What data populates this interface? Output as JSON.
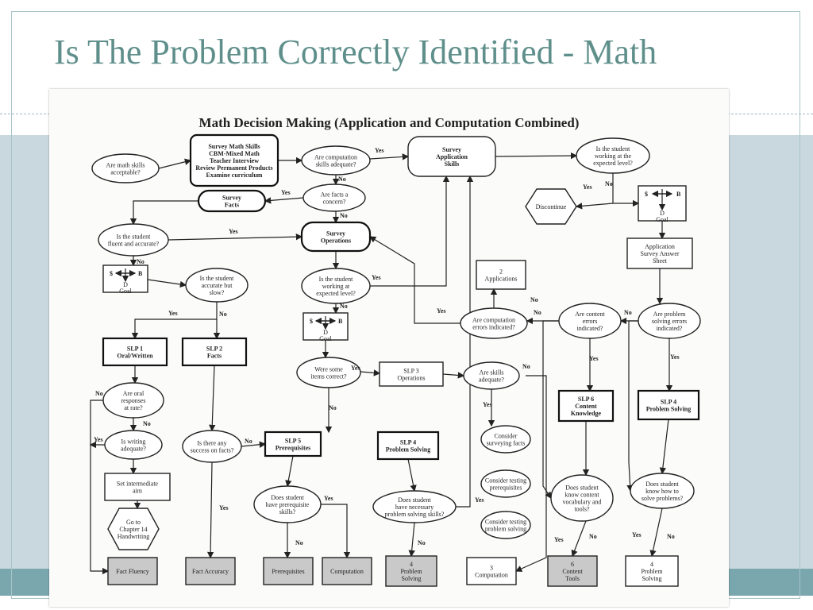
{
  "slide": {
    "title": "Is The Problem Correctly Identified - Math"
  },
  "flowchart": {
    "heading": "Math Decision Making (Application and Computation Combined)",
    "nodes": {
      "acceptable": [
        "Are math skills",
        "acceptable?"
      ],
      "survey_math": [
        "Survey Math Skills",
        "CBM-Mixed Math",
        "Teacher Interview",
        "Review Permanent Products",
        "Examine curriculum"
      ],
      "computation": [
        "Are computation",
        "skills adequate?"
      ],
      "survey_app": [
        "Survey",
        "Application",
        "Skills"
      ],
      "expected_level": [
        "Is the student",
        "working at the",
        "expected level?"
      ],
      "survey_facts": [
        "Survey",
        "Facts"
      ],
      "facts_concern": [
        "Are facts a",
        "concern?"
      ],
      "discontinue": [
        "Discontinue"
      ],
      "sdb_right": [
        "$",
        "B",
        "D",
        "Goal"
      ],
      "fluent": [
        "Is the student",
        "fluent and accurate?"
      ],
      "survey_ops": [
        "Survey",
        "Operations"
      ],
      "app_answer": [
        "Application",
        "Survey Answer",
        "Sheet"
      ],
      "sdb_left": [
        "$",
        "B",
        "D",
        "Goal"
      ],
      "accurate_slow": [
        "Is the student",
        "accurate but",
        "slow?"
      ],
      "ops_expected": [
        "Is the student",
        "working at",
        "expected level?"
      ],
      "applications": [
        "2",
        "Applications"
      ],
      "comp_errors": [
        "Are computation",
        "errors indicated?"
      ],
      "content_errors": [
        "Are content",
        "errors",
        "indicated?"
      ],
      "problem_errors": [
        "Are problem",
        "solving errors",
        "indicated?"
      ],
      "sdb_mid": [
        "$",
        "B",
        "D",
        "Goal"
      ],
      "slp1": [
        "SLP 1",
        "Oral/Written"
      ],
      "slp2": [
        "SLP 2",
        "Facts"
      ],
      "items_correct": [
        "Were some",
        "items correct?"
      ],
      "slp3": [
        "SLP 3",
        "Operations"
      ],
      "skills_adequate": [
        "Are skills",
        "adequate?"
      ],
      "slp6": [
        "SLP 6",
        "Content",
        "Knowledge"
      ],
      "slp4_right": [
        "SLP 4",
        "Problem Solving"
      ],
      "oral_rate": [
        "Are oral",
        "responses",
        "at rate?"
      ],
      "writing": [
        "Is writing",
        "adequate?"
      ],
      "success_facts": [
        "Is there any",
        "success on facts?"
      ],
      "slp5": [
        "SLP 5",
        "Prerequisites"
      ],
      "slp4_mid": [
        "SLP 4",
        "Problem Solving"
      ],
      "consider_facts": [
        "Consider",
        "surveying facts"
      ],
      "intermediate": [
        "Set intermediate",
        "aim"
      ],
      "prereq_skills": [
        "Does student",
        "have prerequisite",
        "skills?"
      ],
      "necessary_ps": [
        "Does student",
        "have necessary",
        "problem solving skills?"
      ],
      "consider_prereq": [
        "Consider testing",
        "prerequisites"
      ],
      "know_content": [
        "Does student",
        "know content",
        "vocabulary and",
        "tools?"
      ],
      "know_solve": [
        "Does student",
        "know how to",
        "solve problems?"
      ],
      "chapter14": [
        "Go to",
        "Chapter 14",
        "Handwriting"
      ],
      "consider_ps": [
        "Consider testing",
        "problem solving"
      ],
      "fact_fluency": [
        "Fact Fluency"
      ],
      "fact_accuracy": [
        "Fact Accuracy"
      ],
      "prerequisites": [
        "Prerequisites"
      ],
      "computation_shaded": [
        "Computation"
      ],
      "problem_solving_4a": [
        "4",
        "Problem",
        "Solving"
      ],
      "computation_3": [
        "3",
        "Computation"
      ],
      "content_tools": [
        "6",
        "Content",
        "Tools"
      ],
      "problem_solving_4b": [
        "4",
        "Problem",
        "Solving"
      ]
    },
    "edge_labels": {
      "yes": "Yes",
      "no": "No"
    }
  }
}
